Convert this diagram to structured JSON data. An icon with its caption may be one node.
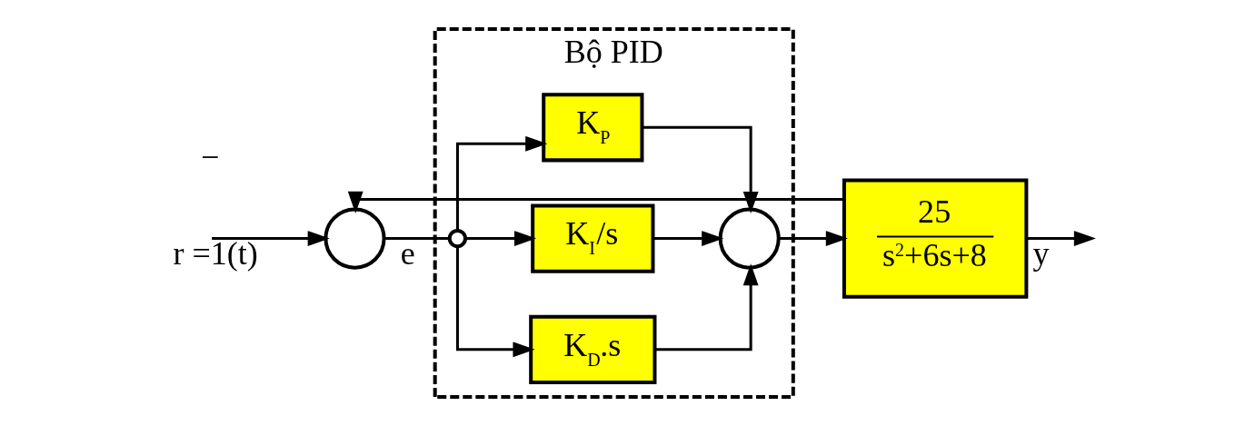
{
  "diagram": {
    "nodes": [
      {
        "text": [
          "Bộ PID"
        ]
      },
      {
        "text": [],
        "shape": "circle"
      },
      {
        "text": [],
        "shape": "dot",
        "in": 0
      },
      {
        "text": [
          "K$_{P}$"
        ],
        "in": 0
      },
      {
        "text": [
          "K$_{I}$/s"
        ],
        "in": 0
      },
      {
        "text": [
          "K$_{D}$.s"
        ],
        "in": 0
      },
      {
        "text": [],
        "shape": "circle",
        "in": 0
      },
      {
        "text": [
          "25",
          "s$^{2}$+6s+8"
        ]
      }
    ],
    "edges": [
      {
        "from": null,
        "to": 1,
        "arrow": "to",
        "label": "r =1(t)"
      },
      {
        "from": 1,
        "to": 2,
        "arrow": "none",
        "label": "e"
      },
      {
        "from": 2,
        "to": 3,
        "arrow": "to"
      },
      {
        "from": 2,
        "to": 4,
        "arrow": "to"
      },
      {
        "from": 2,
        "to": 5,
        "arrow": "to"
      },
      {
        "from": 3,
        "to": 6,
        "arrow": "to"
      },
      {
        "from": 4,
        "to": 6,
        "arrow": "to"
      },
      {
        "from": 5,
        "to": 6,
        "arrow": "to"
      },
      {
        "from": 6,
        "to": 7,
        "arrow": "to"
      },
      {
        "from": 7,
        "to": null,
        "arrow": "to",
        "label": "y"
      },
      {
        "from": 7,
        "to": 1,
        "arrow": "to"
      }
    ],
    "labels": [
      "−"
    ]
  }
}
